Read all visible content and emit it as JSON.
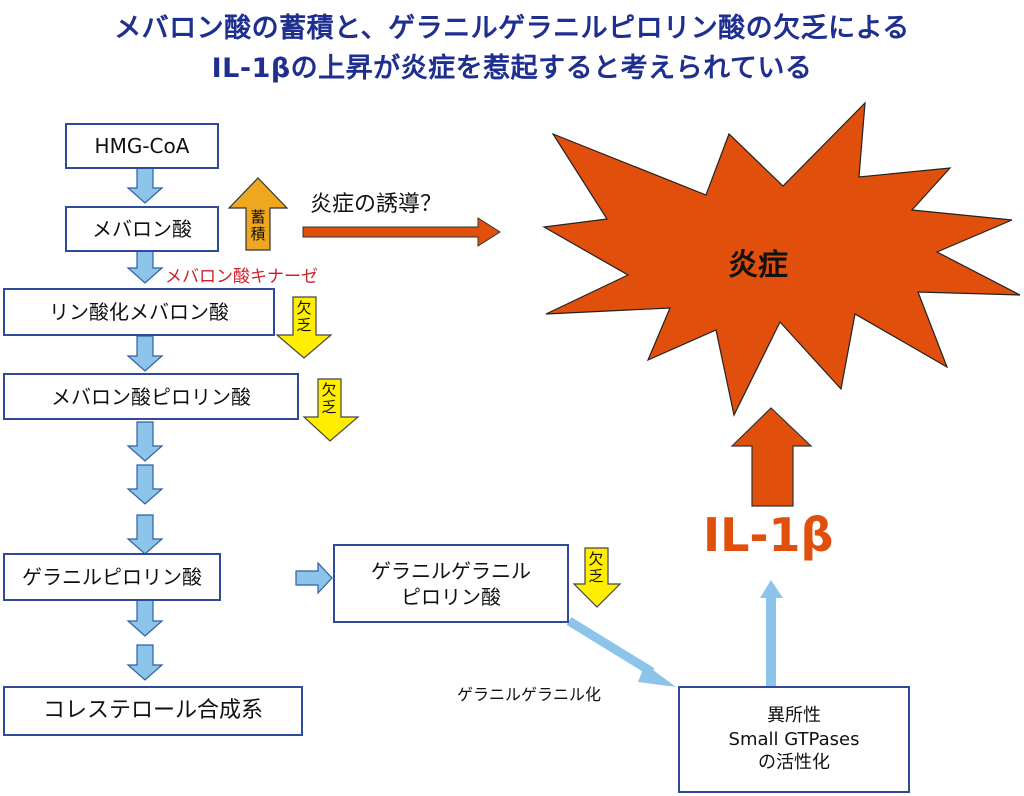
{
  "title": {
    "line1": "メバロン酸の蓄積と、ゲラニルゲラニルピロリン酸の欠乏による",
    "line2": "IL-1βの上昇が炎症を惹起すると考えられている"
  },
  "pathway": {
    "hmg_coa": "HMG-CoA",
    "mevalonate": "メバロン酸",
    "enzyme": "メバロン酸キナーゼ",
    "phospho_mevalonate": "リン酸化メバロン酸",
    "mevalonate_pp": "メバロン酸ピロリン酸",
    "geranyl_pp": "ゲラニルピロリン酸",
    "ggpp_line1": "ゲラニルゲラニル",
    "ggpp_line2": "ピロリン酸",
    "cholesterol": "コレステロール合成系",
    "gtpase_line1": "異所性",
    "gtpase_line2": "Small GTPases",
    "gtpase_line3": "の活性化"
  },
  "annotations": {
    "accumulation": "蓄積",
    "deficiency": "欠乏",
    "induction": "炎症の誘導？",
    "geranylgeranylation": "ゲラニルゲラニル化",
    "inflammation": "炎症",
    "il1b": "IL-1β"
  },
  "colors": {
    "title": "#1f2f8f",
    "box_border": "#2f4a9a",
    "flow_arrow": "#8cc4ea",
    "accumulation_arrow": "#eea820",
    "deficiency_arrow": "#ffee00",
    "inflammation": "#e0500c",
    "enzyme_text": "#d0202a"
  }
}
